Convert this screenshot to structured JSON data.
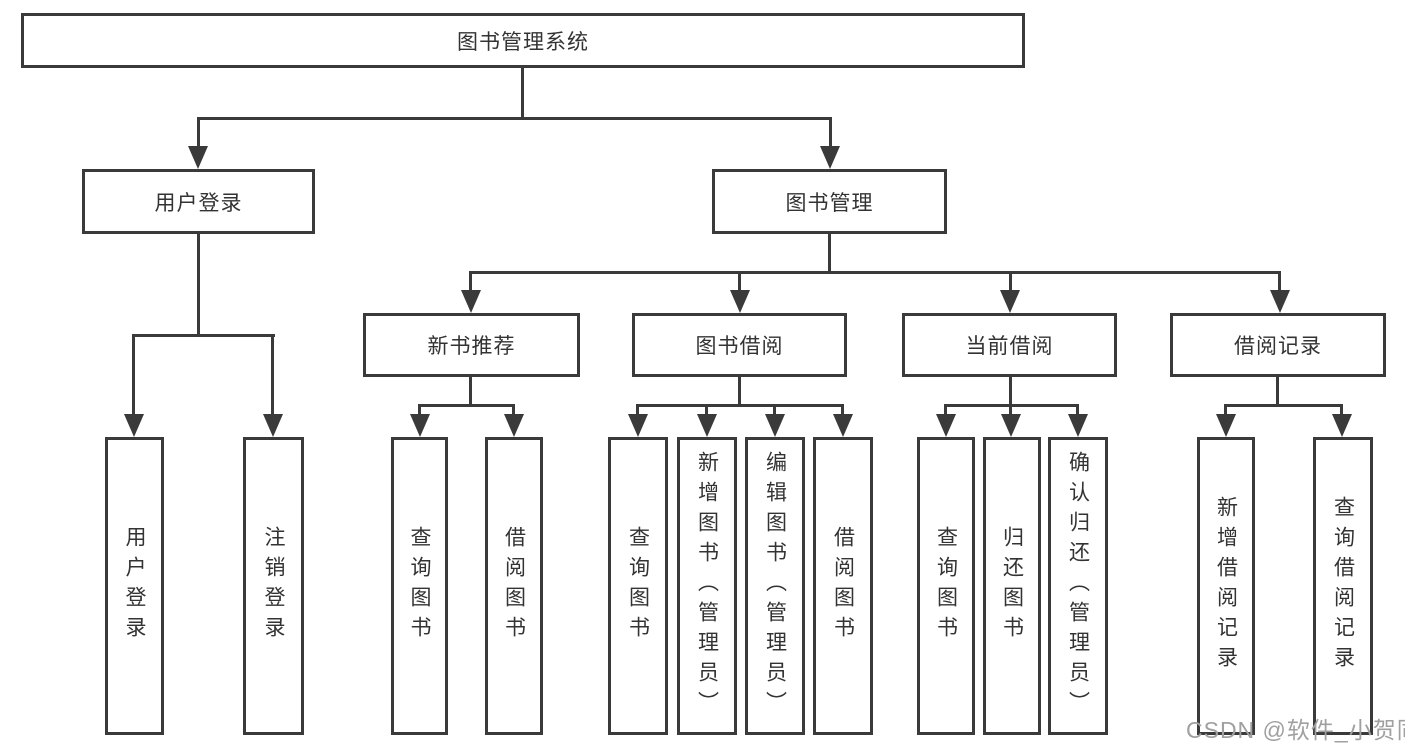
{
  "colors": {
    "line": "#3a3a3a",
    "text": "#333333",
    "box_background": "#ffffff",
    "watermark": "#a0a0a0"
  },
  "diagram": {
    "type": "tree",
    "root": {
      "label": "图书管理系统",
      "children": [
        {
          "label": "用户登录",
          "children": [
            {
              "label": "用户登录"
            },
            {
              "label": "注销登录"
            }
          ]
        },
        {
          "label": "图书管理",
          "children": [
            {
              "label": "新书推荐",
              "children": [
                {
                  "label": "查询图书"
                },
                {
                  "label": "借阅图书"
                }
              ]
            },
            {
              "label": "图书借阅",
              "children": [
                {
                  "label": "查询图书"
                },
                {
                  "label": "新增图书（管理员）"
                },
                {
                  "label": "编辑图书（管理员）"
                },
                {
                  "label": "借阅图书"
                }
              ]
            },
            {
              "label": "当前借阅",
              "children": [
                {
                  "label": "查询图书"
                },
                {
                  "label": "归还图书"
                },
                {
                  "label": "确认归还（管理员）"
                }
              ]
            },
            {
              "label": "借阅记录",
              "children": [
                {
                  "label": "新增借阅记录"
                },
                {
                  "label": "查询借阅记录"
                }
              ]
            }
          ]
        }
      ]
    }
  },
  "watermark": {
    "text": "CSDN @软件_小贺同学"
  }
}
